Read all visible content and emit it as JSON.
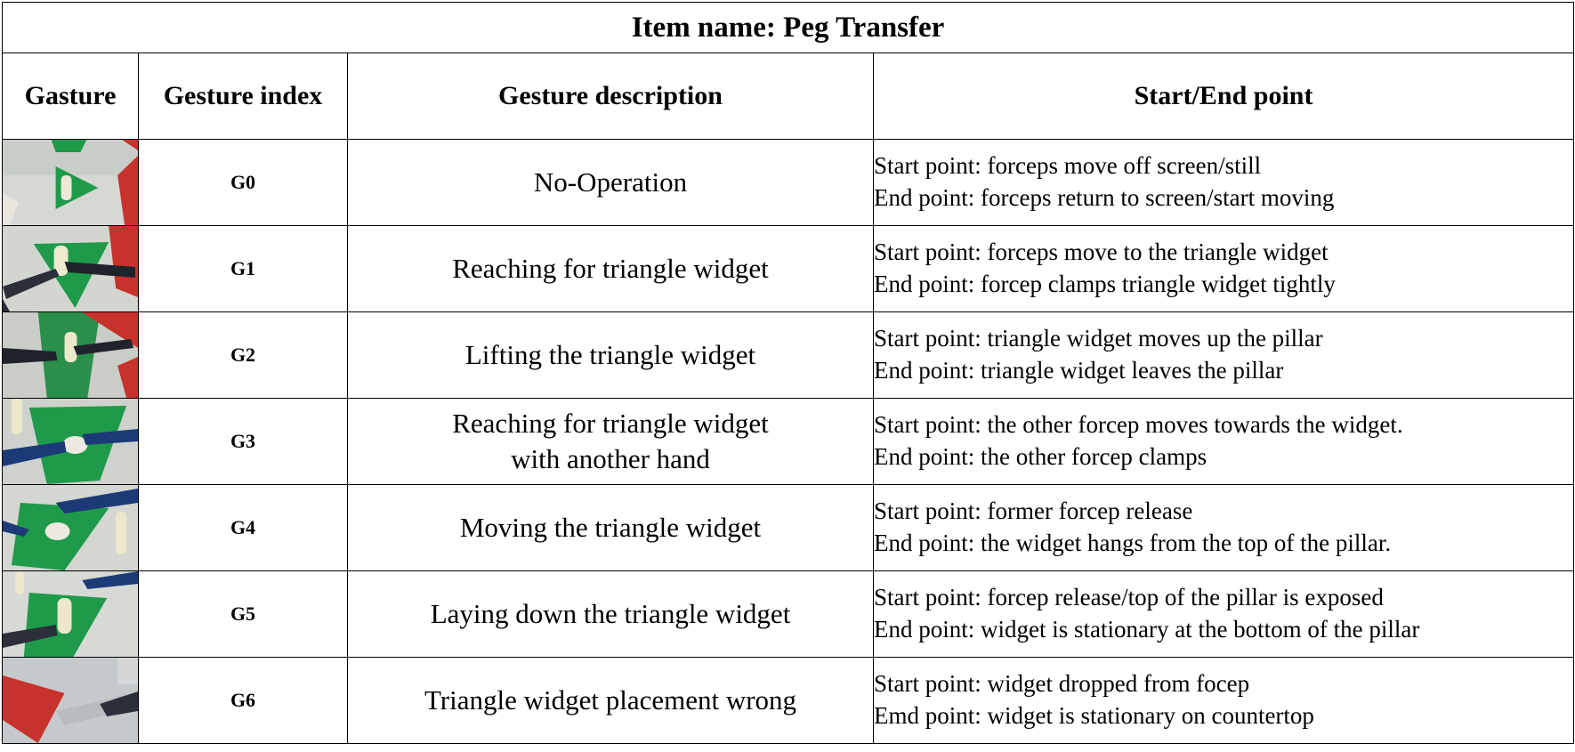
{
  "table": {
    "title": "Item name:  Peg Transfer",
    "headers": {
      "gesture": "Gasture",
      "index": "Gesture index",
      "description": "Gesture description",
      "start_end": "Start/End point"
    },
    "rows": [
      {
        "index": "G0",
        "description_lines": [
          "No-Operation"
        ],
        "start": "Start point: forceps move off screen/still",
        "end": "End point: forceps return to screen/start moving"
      },
      {
        "index": "G1",
        "description_lines": [
          "Reaching for triangle widget"
        ],
        "start": "Start point: forceps move to the triangle widget",
        "end": "End point: forcep clamps triangle widget tightly"
      },
      {
        "index": "G2",
        "description_lines": [
          "Lifting the triangle widget"
        ],
        "start": "Start point: triangle widget moves up the pillar",
        "end": "End point: triangle widget leaves the pillar"
      },
      {
        "index": "G3",
        "description_lines": [
          "Reaching for triangle widget",
          "with another hand"
        ],
        "start": "Start point: the other forcep moves towards the widget.",
        "end": "End point: the other forcep clamps"
      },
      {
        "index": "G4",
        "description_lines": [
          "Moving the triangle widget"
        ],
        "start": "Start point: former forcep release",
        "end": "End point: the widget hangs from the top of the pillar."
      },
      {
        "index": "G5",
        "description_lines": [
          "Laying down the triangle widget"
        ],
        "start": "Start point: forcep release/top of the pillar is exposed",
        "end": "End point: widget is stationary at the bottom of the pillar"
      },
      {
        "index": "G6",
        "description_lines": [
          "Triangle widget placement wrong"
        ],
        "start": "Start point: widget dropped from focep",
        "end": "Emd point: widget is stationary on countertop"
      }
    ]
  },
  "colors": {
    "widget_green": "#1f9a4a",
    "block_red": "#c8322c",
    "forceps_blue": "#1d3a78",
    "forceps_dark": "#2a2f3a",
    "board_background": "#d8dbd6"
  }
}
